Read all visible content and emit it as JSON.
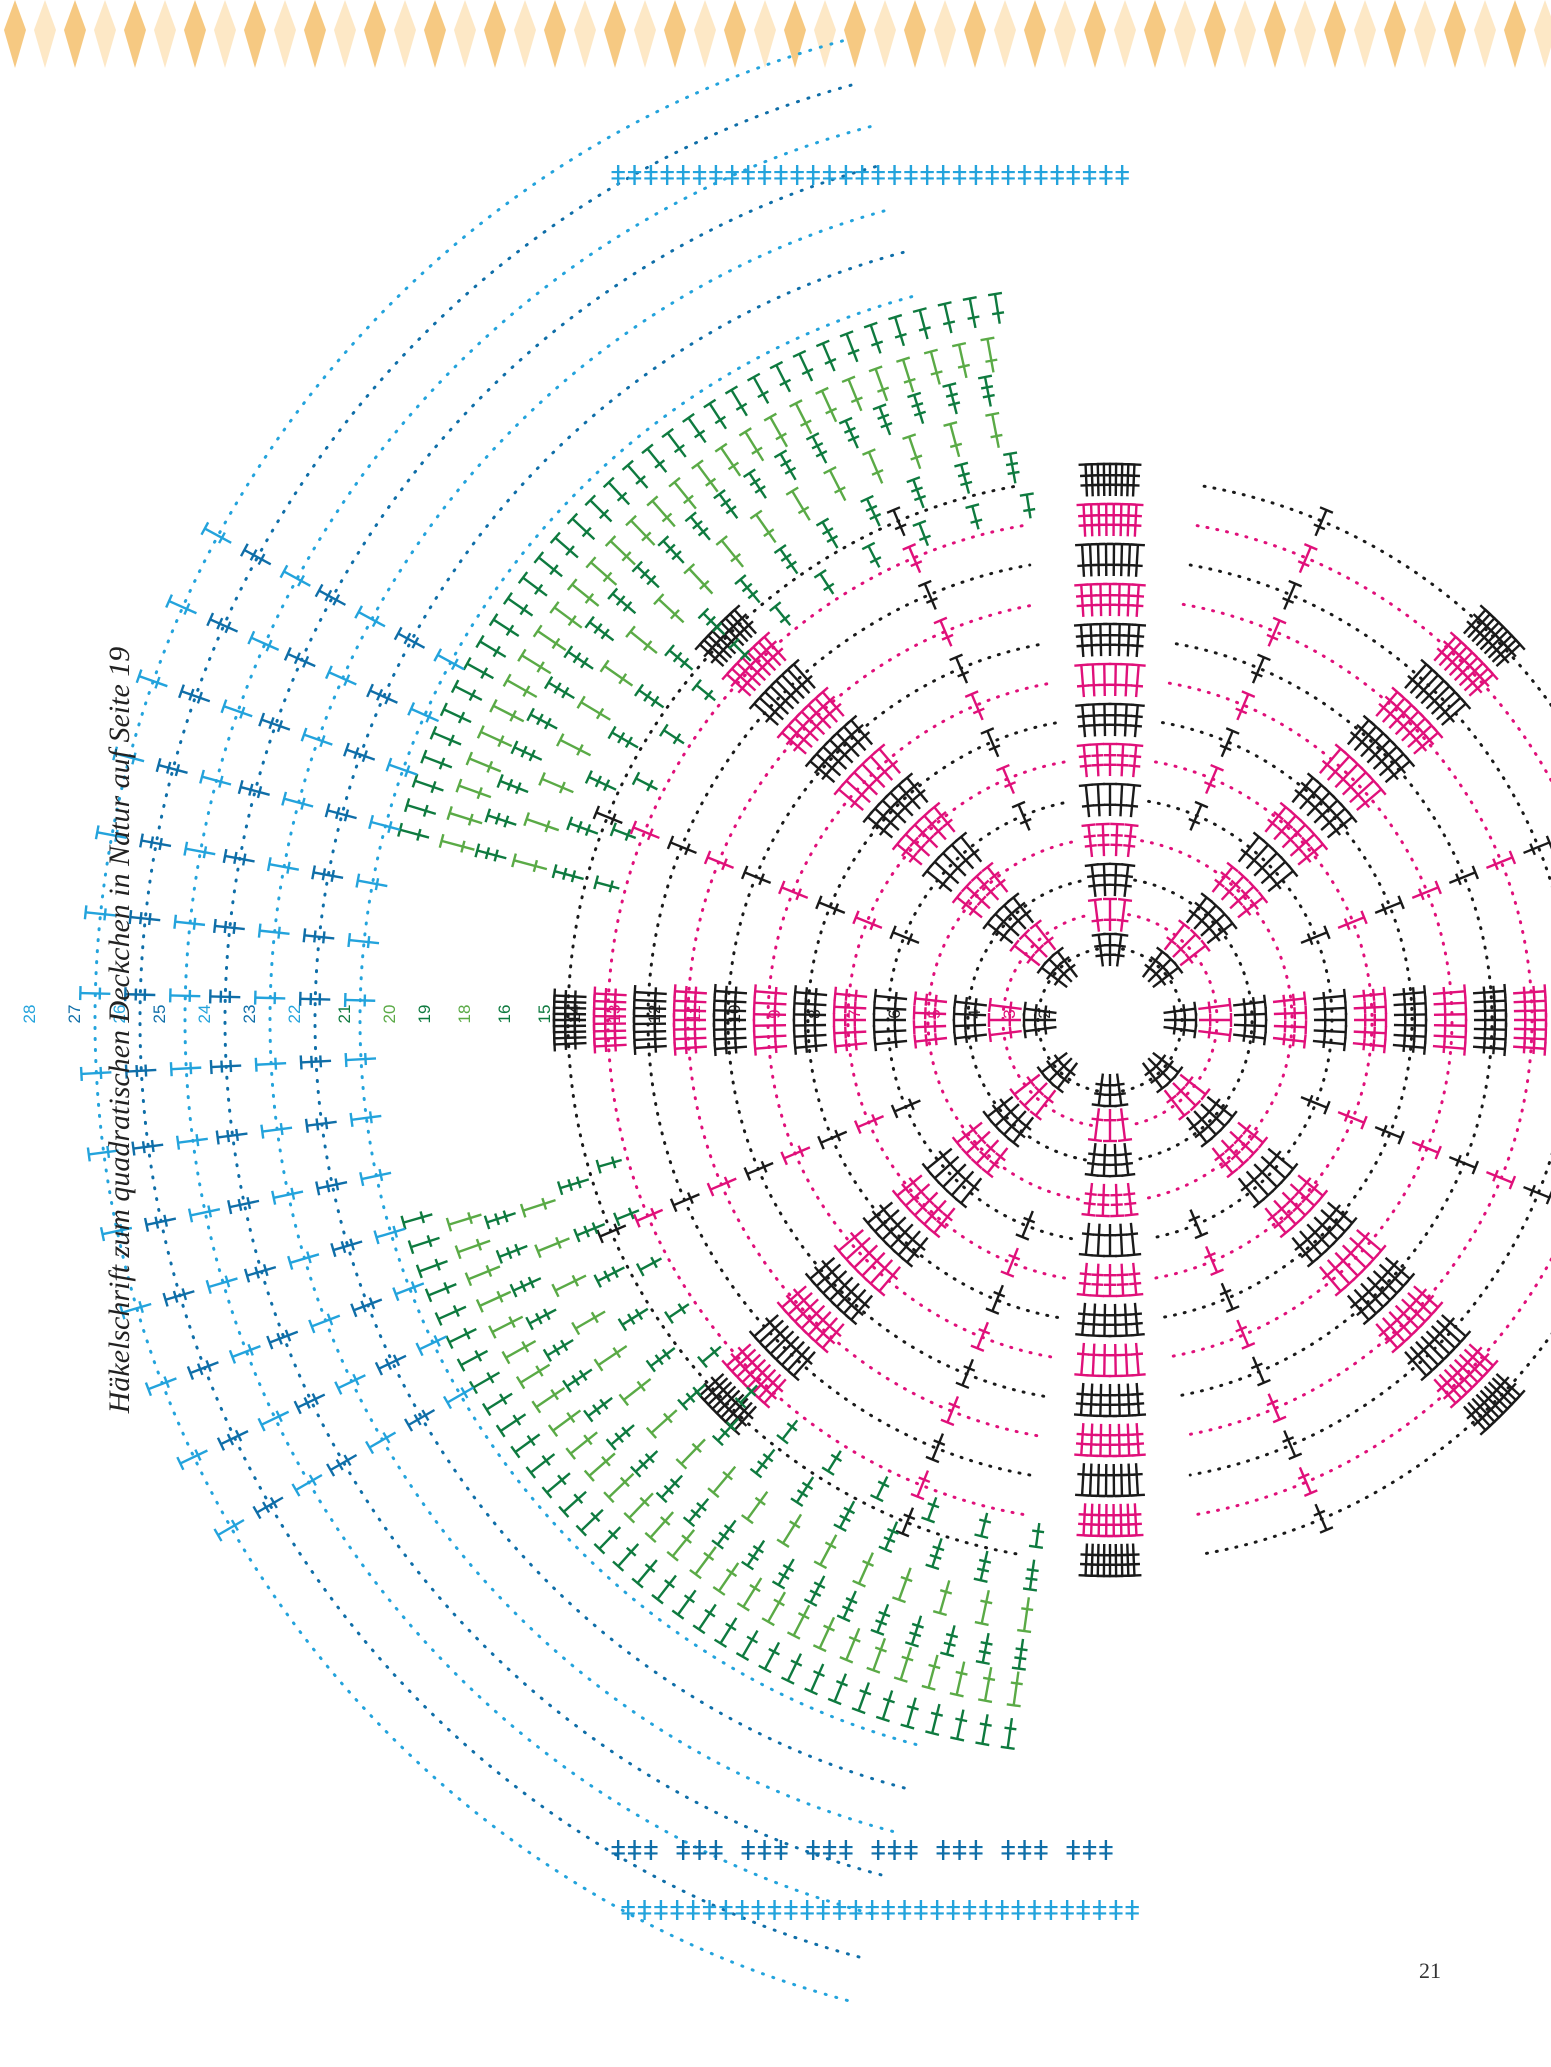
{
  "caption": "Häkelschrift zum quadratischen Deckchen in Natur auf Seite 19",
  "page_number": "21",
  "palette": {
    "black": "#1a1a1a",
    "magenta": "#e0107a",
    "dark_green": "#0e7a3f",
    "light_green": "#5aaa46",
    "dark_blue": "#0f6ea8",
    "light_blue": "#23a3dc",
    "border_light": "#fde8c6",
    "border_dark": "#f6c982"
  },
  "rounds": [
    {
      "label": "2",
      "color": "black"
    },
    {
      "label": "3",
      "color": "magenta"
    },
    {
      "label": "4",
      "color": "black"
    },
    {
      "label": "5",
      "color": "magenta"
    },
    {
      "label": "6",
      "color": "black"
    },
    {
      "label": "7",
      "color": "magenta"
    },
    {
      "label": "8",
      "color": "black"
    },
    {
      "label": "9",
      "color": "magenta"
    },
    {
      "label": "10",
      "color": "black"
    },
    {
      "label": "11",
      "color": "magenta"
    },
    {
      "label": "12",
      "color": "black"
    },
    {
      "label": "13",
      "color": "magenta"
    },
    {
      "label": "14",
      "color": "black"
    },
    {
      "label": "15",
      "color": "dark_green"
    },
    {
      "label": "16",
      "color": "dark_green"
    },
    {
      "label": "18",
      "color": "light_green"
    },
    {
      "label": "19",
      "color": "dark_green"
    },
    {
      "label": "20",
      "color": "light_green"
    },
    {
      "label": "21",
      "color": "dark_green"
    },
    {
      "label": "22",
      "color": "light_blue"
    },
    {
      "label": "23",
      "color": "dark_blue"
    },
    {
      "label": "24",
      "color": "light_blue"
    },
    {
      "label": "25",
      "color": "dark_blue"
    },
    {
      "label": "26",
      "color": "light_blue"
    },
    {
      "label": "27",
      "color": "dark_blue"
    },
    {
      "label": "28",
      "color": "light_blue"
    }
  ]
}
